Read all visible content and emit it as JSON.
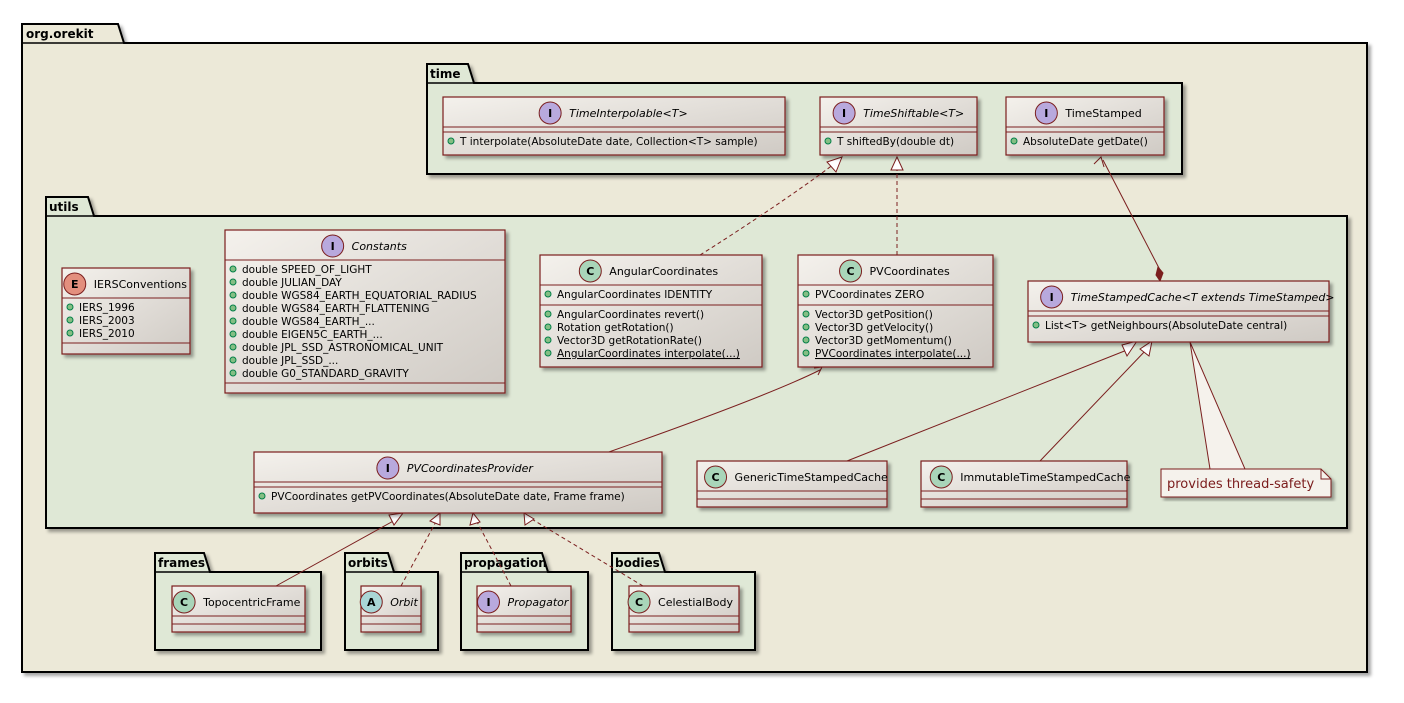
{
  "packages": {
    "root": "org.orekit",
    "time": "time",
    "utils": "utils",
    "frames": "frames",
    "orbits": "orbits",
    "propagation": "propagation",
    "bodies": "bodies"
  },
  "colors": {
    "package_fill": "#ece9d8",
    "subpackage_fill": "#dfe8d6",
    "class_border": "#7b1f1f",
    "badge_interface": "#b8a9dd",
    "badge_class": "#a9d5b9",
    "badge_enum": "#e38f7e",
    "badge_abstract": "#a9d6d6"
  },
  "classes": {
    "time_interpolable": {
      "stereotype": "I",
      "name": "TimeInterpolable<T>",
      "members": [
        "T interpolate(AbsoluteDate date, Collection<T> sample)"
      ]
    },
    "time_shiftable": {
      "stereotype": "I",
      "name": "TimeShiftable<T>",
      "members": [
        "T shiftedBy(double dt)"
      ]
    },
    "time_stamped": {
      "stereotype": "I",
      "name": "TimeStamped",
      "members": [
        "AbsoluteDate getDate()"
      ]
    },
    "iers_conventions": {
      "stereotype": "E",
      "name": "IERSConventions",
      "members": [
        "IERS_1996",
        "IERS_2003",
        "IERS_2010"
      ]
    },
    "constants": {
      "stereotype": "I",
      "name": "Constants",
      "members": [
        "double SPEED_OF_LIGHT",
        "double JULIAN_DAY",
        "double WGS84_EARTH_EQUATORIAL_RADIUS",
        "double WGS84_EARTH_FLATTENING",
        "double WGS84_EARTH_...",
        "double EIGEN5C_EARTH_...",
        "double JPL_SSD_ASTRONOMICAL_UNIT",
        "double JPL_SSD_...",
        "double G0_STANDARD_GRAVITY"
      ]
    },
    "angular_coordinates": {
      "stereotype": "C",
      "name": "AngularCoordinates",
      "fields": [
        "AngularCoordinates IDENTITY"
      ],
      "methods": [
        "AngularCoordinates revert()",
        "Rotation getRotation()",
        "Vector3D getRotationRate()",
        "AngularCoordinates interpolate(...)"
      ]
    },
    "pv_coordinates": {
      "stereotype": "C",
      "name": "PVCoordinates",
      "fields": [
        "PVCoordinates ZERO"
      ],
      "methods": [
        "Vector3D getPosition()",
        "Vector3D getVelocity()",
        "Vector3D getMomentum()",
        "PVCoordinates interpolate(...)"
      ]
    },
    "time_stamped_cache": {
      "stereotype": "I",
      "name": "TimeStampedCache<T extends TimeStamped>",
      "members": [
        "List<T> getNeighbours(AbsoluteDate central)"
      ]
    },
    "pv_coordinates_provider": {
      "stereotype": "I",
      "name": "PVCoordinatesProvider",
      "members": [
        "PVCoordinates getPVCoordinates(AbsoluteDate date, Frame frame)"
      ]
    },
    "generic_cache": {
      "stereotype": "C",
      "name": "GenericTimeStampedCache"
    },
    "immutable_cache": {
      "stereotype": "C",
      "name": "ImmutableTimeStampedCache"
    },
    "topocentric_frame": {
      "stereotype": "C",
      "name": "TopocentricFrame"
    },
    "orbit": {
      "stereotype": "A",
      "name": "Orbit"
    },
    "propagator": {
      "stereotype": "I",
      "name": "Propagator"
    },
    "celestial_body": {
      "stereotype": "C",
      "name": "CelestialBody"
    }
  },
  "note": "provides thread-safety"
}
